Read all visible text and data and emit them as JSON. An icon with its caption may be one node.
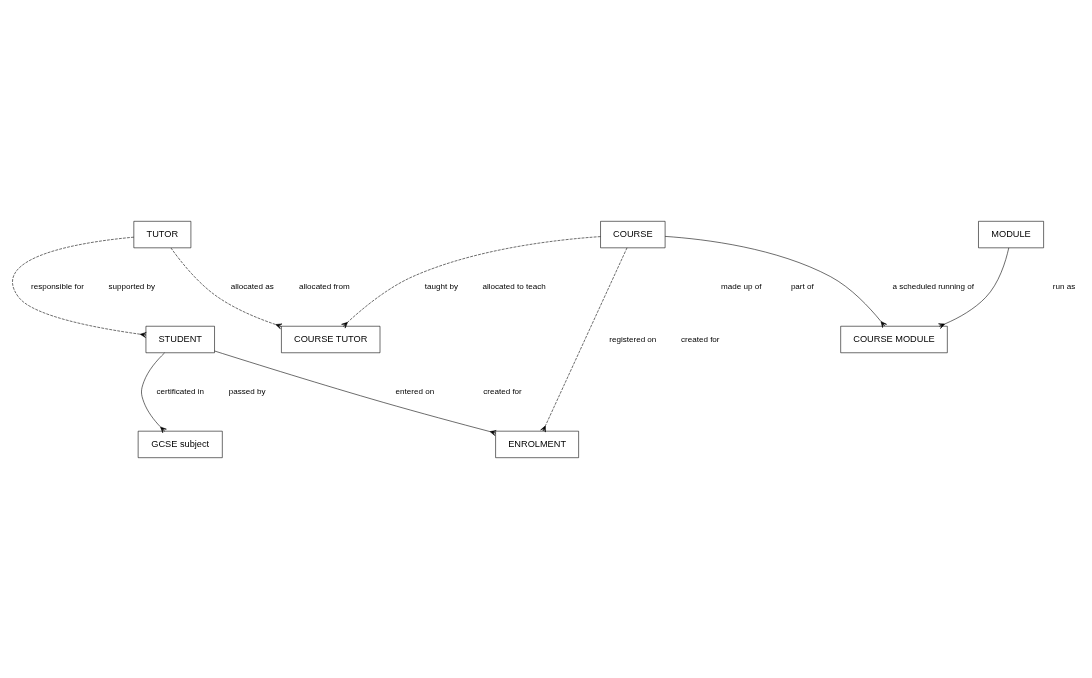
{
  "diagram": {
    "nodes": [
      {
        "text": [
          "TUTOR"
        ]
      },
      {
        "text": [
          "COURSE"
        ]
      },
      {
        "text": [
          "COURSE TUTOR"
        ]
      },
      {
        "text": [
          "MODULE"
        ]
      },
      {
        "text": [
          "STUDENT"
        ]
      },
      {
        "text": [
          "COURSE MODULE"
        ]
      },
      {
        "text": [
          "GCSE subject"
        ]
      },
      {
        "text": [
          "ENROLMENT"
        ]
      }
    ],
    "edges": [
      {
        "from": 0,
        "to": 2,
        "arrow": "other",
        "style": "dashed"
      },
      {
        "from": 1,
        "to": 2,
        "arrow": "other",
        "style": "dashed"
      },
      {
        "from": 0,
        "to": 4,
        "arrow": "other",
        "style": "dashed"
      },
      {
        "from": 1,
        "to": 7,
        "arrow": "other",
        "style": "dashed"
      },
      {
        "from": 1,
        "to": 5,
        "arrow": "other"
      },
      {
        "from": 3,
        "to": 5,
        "arrow": "other"
      },
      {
        "from": 4,
        "to": 6,
        "arrow": "other"
      },
      {
        "from": 4,
        "to": 7,
        "arrow": "other"
      }
    ],
    "labels": [
      "responsible for",
      "allocated as",
      "taught by",
      "made up of",
      "allocated to teach",
      "allocated from",
      "registered on",
      "supported by",
      "run as",
      "part of",
      "a scheduled running of",
      "certificated in",
      "entered on",
      "created for",
      "passed by",
      "created for"
    ]
  }
}
